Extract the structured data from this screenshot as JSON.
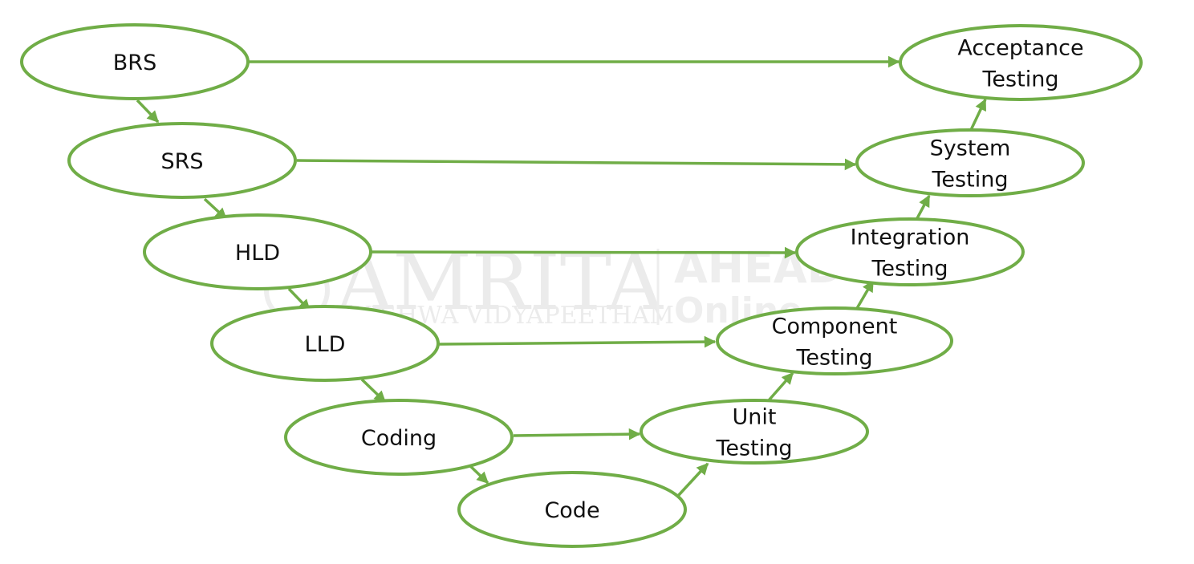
{
  "colors": {
    "accent": "#70ad47",
    "text": "#111111",
    "watermark": "#e9e9e9"
  },
  "watermark": {
    "line1": "AMRITA",
    "line2": "VISHWA VIDYAPEETHAM",
    "line3": "AHEAD",
    "line4": "Online"
  },
  "nodes": [
    {
      "id": "brs",
      "lines": [
        "BRS"
      ]
    },
    {
      "id": "srs",
      "lines": [
        "SRS"
      ]
    },
    {
      "id": "hld",
      "lines": [
        "HLD"
      ]
    },
    {
      "id": "lld",
      "lines": [
        "LLD"
      ]
    },
    {
      "id": "coding",
      "lines": [
        "Coding"
      ]
    },
    {
      "id": "code",
      "lines": [
        "Code"
      ]
    },
    {
      "id": "unit",
      "lines": [
        "Unit",
        "Testing"
      ]
    },
    {
      "id": "component",
      "lines": [
        "Component",
        "Testing"
      ]
    },
    {
      "id": "integration",
      "lines": [
        "Integration",
        "Testing"
      ]
    },
    {
      "id": "system",
      "lines": [
        "System",
        "Testing"
      ]
    },
    {
      "id": "acceptance",
      "lines": [
        "Acceptance",
        "Testing"
      ]
    }
  ],
  "edges": [
    {
      "from": "brs",
      "to": "srs"
    },
    {
      "from": "srs",
      "to": "hld"
    },
    {
      "from": "hld",
      "to": "lld"
    },
    {
      "from": "lld",
      "to": "coding"
    },
    {
      "from": "coding",
      "to": "code"
    },
    {
      "from": "code",
      "to": "unit"
    },
    {
      "from": "unit",
      "to": "component"
    },
    {
      "from": "component",
      "to": "integration"
    },
    {
      "from": "integration",
      "to": "system"
    },
    {
      "from": "system",
      "to": "acceptance"
    },
    {
      "from": "brs",
      "to": "acceptance"
    },
    {
      "from": "srs",
      "to": "system"
    },
    {
      "from": "hld",
      "to": "integration"
    },
    {
      "from": "lld",
      "to": "component"
    },
    {
      "from": "coding",
      "to": "unit"
    }
  ]
}
